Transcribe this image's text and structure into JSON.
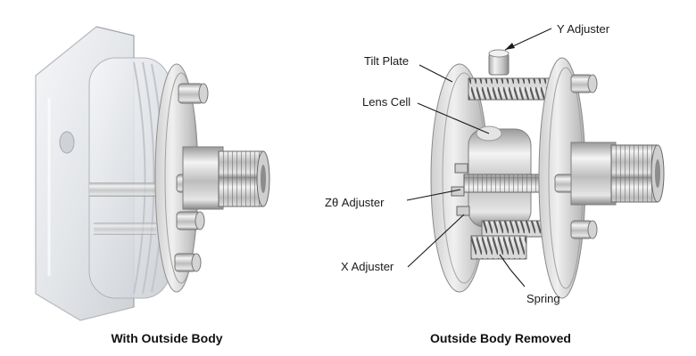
{
  "figure": {
    "left_caption": "With Outside Body",
    "right_caption": "Outside Body Removed"
  },
  "callouts": {
    "y_adjuster": "Y Adjuster",
    "tilt_plate": "Tilt Plate",
    "lens_cell": "Lens Cell",
    "z_theta_adjuster": "Zθ Adjuster",
    "x_adjuster": "X Adjuster",
    "spring": "Spring"
  }
}
